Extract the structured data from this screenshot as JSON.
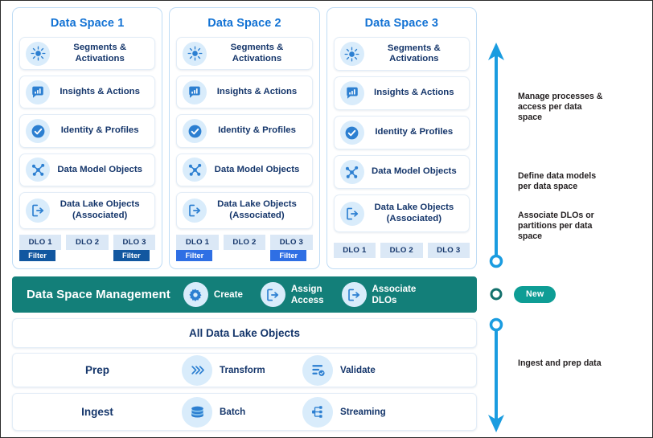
{
  "colors": {
    "brand_blue": "#1272d4",
    "dark_navy": "#15366b",
    "teal": "#137f79",
    "teal_badge": "#0e9d95",
    "arrow_blue": "#1a9ce0",
    "icon_bg": "#d9ecfb",
    "filter_dark": "#1257a0",
    "filter_bright": "#2f6fe4",
    "chip_bg": "#dbe8f6"
  },
  "data_spaces": [
    {
      "title": "Data Space 1",
      "items": [
        {
          "label": "Segments & Activations",
          "icon": "sun-burst-icon"
        },
        {
          "label": "Insights & Actions",
          "icon": "insights-bubble-icon"
        },
        {
          "label": "Identity & Profiles",
          "icon": "check-circle-icon"
        },
        {
          "label": "Data Model Objects",
          "icon": "network-nodes-icon"
        },
        {
          "label": "Data Lake Objects\n(Associated)",
          "icon": "export-arrow-icon"
        }
      ],
      "dlos": [
        {
          "name": "DLO 1",
          "filter": "Filter",
          "filter_style": "dark"
        },
        {
          "name": "DLO 2",
          "filter": "",
          "filter_style": "none"
        },
        {
          "name": "DLO 3",
          "filter": "Filter",
          "filter_style": "dark"
        }
      ]
    },
    {
      "title": "Data Space 2",
      "items": [
        {
          "label": "Segments & Activations",
          "icon": "sun-burst-icon"
        },
        {
          "label": "Insights & Actions",
          "icon": "insights-bubble-icon"
        },
        {
          "label": "Identity & Profiles",
          "icon": "check-circle-icon"
        },
        {
          "label": "Data Model Objects",
          "icon": "network-nodes-icon"
        },
        {
          "label": "Data Lake Objects\n(Associated)",
          "icon": "export-arrow-icon"
        }
      ],
      "dlos": [
        {
          "name": "DLO 1",
          "filter": "Filter",
          "filter_style": "bright"
        },
        {
          "name": "DLO 2",
          "filter": "",
          "filter_style": "none"
        },
        {
          "name": "DLO 3",
          "filter": "Filter",
          "filter_style": "bright"
        }
      ]
    },
    {
      "title": "Data Space 3",
      "items": [
        {
          "label": "Segments & Activations",
          "icon": "sun-burst-icon"
        },
        {
          "label": "Insights & Actions",
          "icon": "insights-bubble-icon"
        },
        {
          "label": "Identity & Profiles",
          "icon": "check-circle-icon"
        },
        {
          "label": "Data Model Objects",
          "icon": "network-nodes-icon"
        },
        {
          "label": "Data Lake Objects\n(Associated)",
          "icon": "export-arrow-icon"
        }
      ],
      "dlos": [
        {
          "name": "DLO 1",
          "filter": "",
          "filter_style": "none"
        },
        {
          "name": "DLO 2",
          "filter": "",
          "filter_style": "none"
        },
        {
          "name": "DLO 3",
          "filter": "",
          "filter_style": "none"
        }
      ]
    }
  ],
  "management": {
    "title": "Data Space Management",
    "actions": [
      {
        "label": "Create",
        "icon": "gear-icon"
      },
      {
        "label": "Assign\nAccess",
        "icon": "export-arrow-icon"
      },
      {
        "label": "Associate\nDLOs",
        "icon": "export-arrow-icon"
      }
    ]
  },
  "all_data_lake_objects": {
    "title": "All Data Lake Objects"
  },
  "prep": {
    "title": "Prep",
    "items": [
      {
        "label": "Transform",
        "icon": "chevrons-right-icon"
      },
      {
        "label": "Validate",
        "icon": "list-check-icon"
      }
    ]
  },
  "ingest": {
    "title": "Ingest",
    "items": [
      {
        "label": "Batch",
        "icon": "database-stack-icon"
      },
      {
        "label": "Streaming",
        "icon": "hierarchy-icon"
      }
    ]
  },
  "annotations": {
    "manage": "Manage processes &\naccess per data\nspace",
    "define": "Define data models\nper data space",
    "associate": "Associate DLOs or\npartitions per data\nspace",
    "ingest": "Ingest and prep data"
  },
  "badges": {
    "new": "New"
  }
}
